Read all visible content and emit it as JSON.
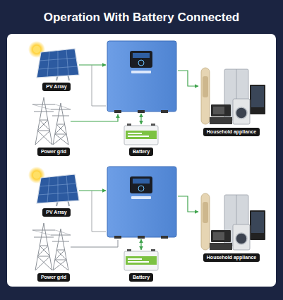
{
  "diagram": {
    "title": "Operation With Battery Connected",
    "nodes": [
      {
        "text": [
          "PV Array"
        ]
      },
      {
        "text": [
          "Power grid"
        ]
      },
      {
        "text": [
          "Battery"
        ]
      },
      {
        "text": [
          "Household appliance"
        ]
      },
      {
        "text": [
          "PV Array"
        ]
      },
      {
        "text": [
          "Power grid"
        ]
      },
      {
        "text": [
          "Battery"
        ]
      },
      {
        "text": [
          "Household appliance"
        ]
      }
    ]
  }
}
